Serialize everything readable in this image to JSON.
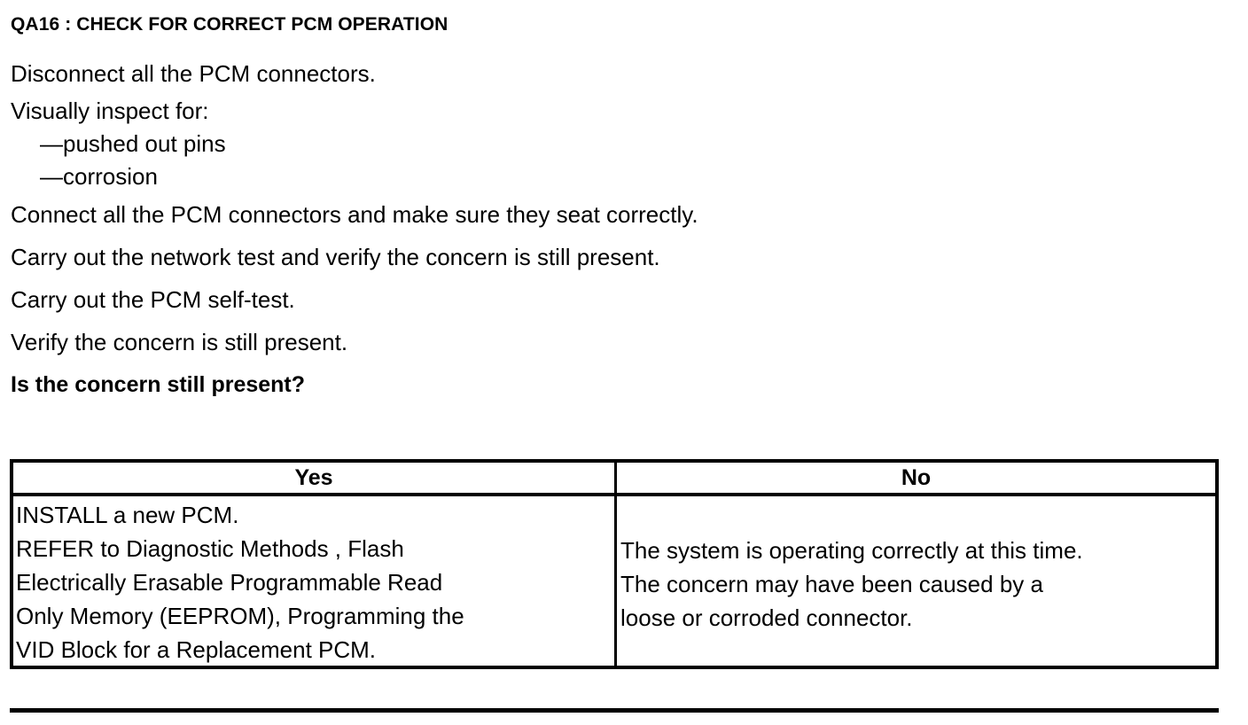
{
  "document": {
    "step_title": "QA16 : CHECK FOR CORRECT PCM OPERATION"
  },
  "instructions": {
    "lines": [
      {
        "text": "Disconnect all the PCM connectors.",
        "style": "normal"
      },
      {
        "text": "Visually inspect for:",
        "style": "normal"
      },
      {
        "text": "—pushed out pins",
        "style": "indent"
      },
      {
        "text": "—corrosion",
        "style": "indent"
      },
      {
        "text": "Connect all the PCM connectors and make sure they seat correctly.",
        "style": "normal"
      },
      {
        "text": "Carry out the network test and verify the concern is still present.",
        "style": "normal"
      },
      {
        "text": "Carry out the PCM self-test.",
        "style": "normal"
      },
      {
        "text": "Verify the concern is still present.",
        "style": "normal"
      },
      {
        "text": "Is the concern still present?",
        "style": "question"
      }
    ],
    "line_1": "Disconnect all the PCM connectors.",
    "line_2": "Visually inspect for:",
    "line_3": "—pushed out pins",
    "line_4": "—corrosion",
    "line_5": "Connect all the PCM connectors and make sure they seat correctly.",
    "line_6": "Carry out the network test and verify the concern is still present.",
    "line_7": "Carry out the PCM self-test.",
    "line_8": "Verify the concern is still present.",
    "line_9": "Is the concern still present?"
  },
  "decision_table": {
    "headers": {
      "yes": "Yes",
      "no": "No"
    },
    "yes_cell": {
      "lines": [
        "INSTALL a new PCM.",
        "REFER to Diagnostic Methods , Flash",
        "Electrically Erasable Programmable Read",
        "Only Memory  (EEPROM), Programming the",
        "VID Block for a Replacement PCM."
      ],
      "line_1": "INSTALL a new PCM.",
      "line_2": "REFER to Diagnostic Methods , Flash",
      "line_3": "Electrically Erasable Programmable Read",
      "line_4": "Only Memory  (EEPROM), Programming the",
      "line_5": "VID Block for a Replacement PCM."
    },
    "no_cell": {
      "lines": [
        "The system is operating correctly at this time.",
        "The concern may have been caused by a",
        "loose or corroded connector."
      ],
      "line_1": "The system is operating correctly at this time.",
      "line_2": "The concern may have been caused by a",
      "line_3": "loose or corroded connector."
    }
  },
  "colors": {
    "text": "#000000",
    "background": "#ffffff",
    "rule": "#000000"
  }
}
